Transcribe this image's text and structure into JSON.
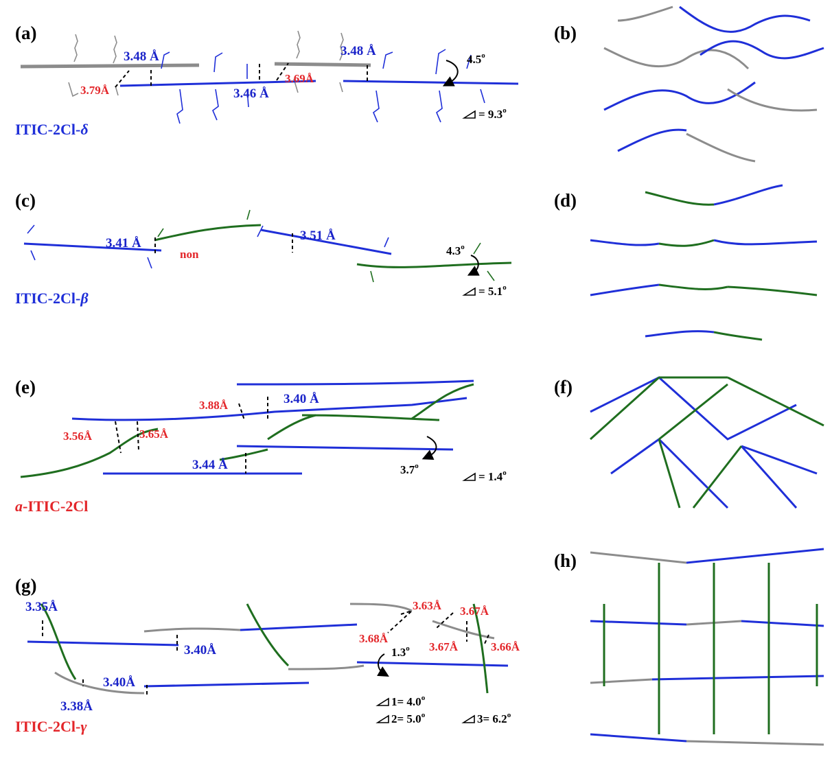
{
  "panels": {
    "a": {
      "label": "(a)",
      "material": "ITIC-2Cl-",
      "material_symbol": "δ",
      "d1": "3.48 Å",
      "d2": "3.48 Å",
      "d3": "3.46 Å",
      "r1": "3.79Å",
      "r2": "3.69Å",
      "tilt": "4.5",
      "tilt_sup": "o",
      "angle": "= 9.3",
      "angle_sup": "o"
    },
    "b": {
      "label": "(b)"
    },
    "c": {
      "label": "(c)",
      "material": "ITIC-2Cl-",
      "material_symbol": "β",
      "d1": "3.41 Å",
      "d2": "3.51 Å",
      "non": "non",
      "tilt": "4.3",
      "tilt_sup": "o",
      "angle": "= 5.1",
      "angle_sup": "o"
    },
    "d": {
      "label": "(d)"
    },
    "e": {
      "label": "(e)",
      "material_prefix": "a",
      "material": "-ITIC-2Cl",
      "d1": "3.40 Å",
      "d2": "3.44 Å",
      "r1": "3.88Å",
      "r2": "3.56Å",
      "r3": "3.65Å",
      "tilt": "3.7",
      "tilt_sup": "o",
      "angle": "= 1.4",
      "angle_sup": "o"
    },
    "f": {
      "label": "(f)"
    },
    "g": {
      "label": "(g)",
      "material": "ITIC-2Cl-",
      "material_symbol": "γ",
      "d1": "3.35Å",
      "d2": "3.40Å",
      "d3": "3.40Å",
      "d4": "3.38Å",
      "r1": "3.63Å",
      "r2": "3.67Å",
      "r3": "3.68Å",
      "r4": "3.67Å",
      "r5": "3.66Å",
      "tilt": "1.3",
      "tilt_sup": "o",
      "a1": "1= 4.0",
      "a2": "2= 5.0",
      "a3": "3= 6.2",
      "a_sup": "o"
    },
    "h": {
      "label": "(h)"
    }
  },
  "colors": {
    "blue": "#1f2fd8",
    "green": "#1f6e1f",
    "grey": "#8c8c8c",
    "red": "#e3262a",
    "dist_blue": "#1a23c9"
  }
}
